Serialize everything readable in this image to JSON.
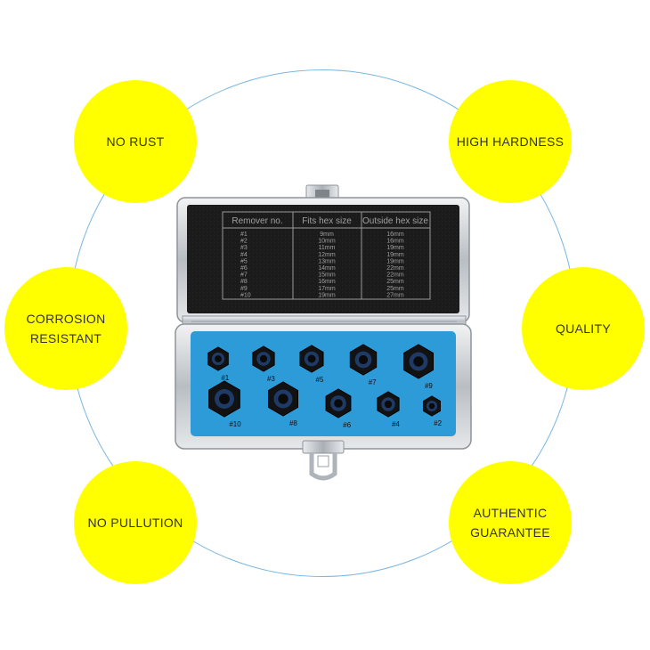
{
  "colors": {
    "bubble": "#ffff00",
    "ring": "#7ab6e0",
    "case_frame": "#c8ccd0",
    "foam": "#2d9bd8",
    "lid_lining": "#1b1b1b",
    "socket": "#121212"
  },
  "features": {
    "no_rust": "NO RUST",
    "high_hardness": "HIGH HARDNESS",
    "corrosion_resistant": "CORROSION\nRESISTANT",
    "quality": "QUALITY",
    "no_pullution": "NO PULLUTION",
    "authentic_guarantee": "AUTHENTIC\nGUARANTEE"
  },
  "spec_table": {
    "headers": [
      "Remover no.",
      "Fits hex size",
      "Outside hex size"
    ],
    "rows": [
      [
        "#1",
        "9mm",
        "16mm"
      ],
      [
        "#2",
        "10mm",
        "16mm"
      ],
      [
        "#3",
        "11mm",
        "19mm"
      ],
      [
        "#4",
        "12mm",
        "19mm"
      ],
      [
        "#5",
        "13mm",
        "19mm"
      ],
      [
        "#6",
        "14mm",
        "22mm"
      ],
      [
        "#7",
        "15mm",
        "22mm"
      ],
      [
        "#8",
        "16mm",
        "25mm"
      ],
      [
        "#9",
        "17mm",
        "25mm"
      ],
      [
        "#10",
        "19mm",
        "27mm"
      ]
    ]
  },
  "sockets": {
    "top_row": [
      "#1",
      "#3",
      "#5",
      "#7",
      "#9"
    ],
    "bottom_row": [
      "#10",
      "#8",
      "#6",
      "#4",
      "#2"
    ]
  }
}
